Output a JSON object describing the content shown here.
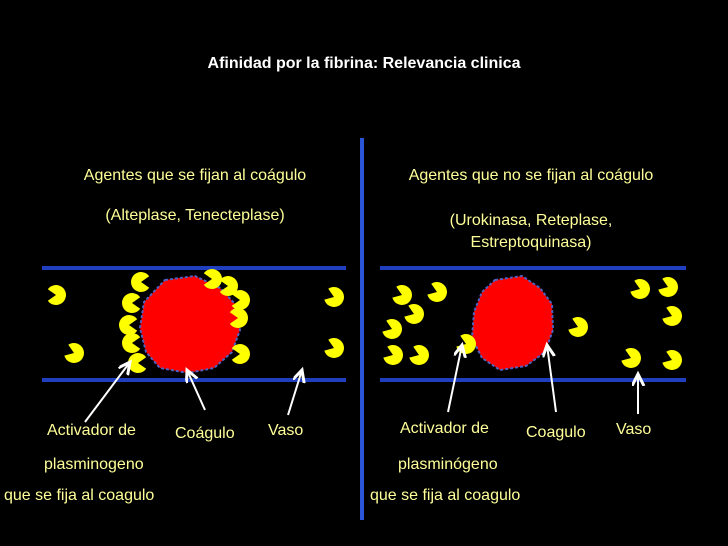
{
  "title": "Afinidad por la fibrina: Relevancia clinica",
  "left": {
    "heading": "Agentes que se fijan al coágulo",
    "agents": "(Alteplase, Tenecteplase)",
    "activator_line1": "Activador de",
    "activator_line2": "plasminogeno",
    "activator_line3": "que se fija al coagulo",
    "clot_label": "Coágulo",
    "vessel_label": "Vaso"
  },
  "right": {
    "heading": "Agentes que no se fijan al coágulo",
    "agents_line1": "(Urokinasa, Reteplase,",
    "agents_line2": "Estreptoquinasa)",
    "activator_line1": "Activador de",
    "activator_line2": "plasminógeno",
    "activator_line3": "que se fija al coagulo",
    "clot_label": "Coagulo",
    "vessel_label": "Vaso"
  },
  "colors": {
    "background": "#000000",
    "vessel": "#1f3fbf",
    "clot": "#ff0000",
    "activator": "#ffff00",
    "divider": "#2a55d6",
    "heading_text": "#ffff99"
  }
}
